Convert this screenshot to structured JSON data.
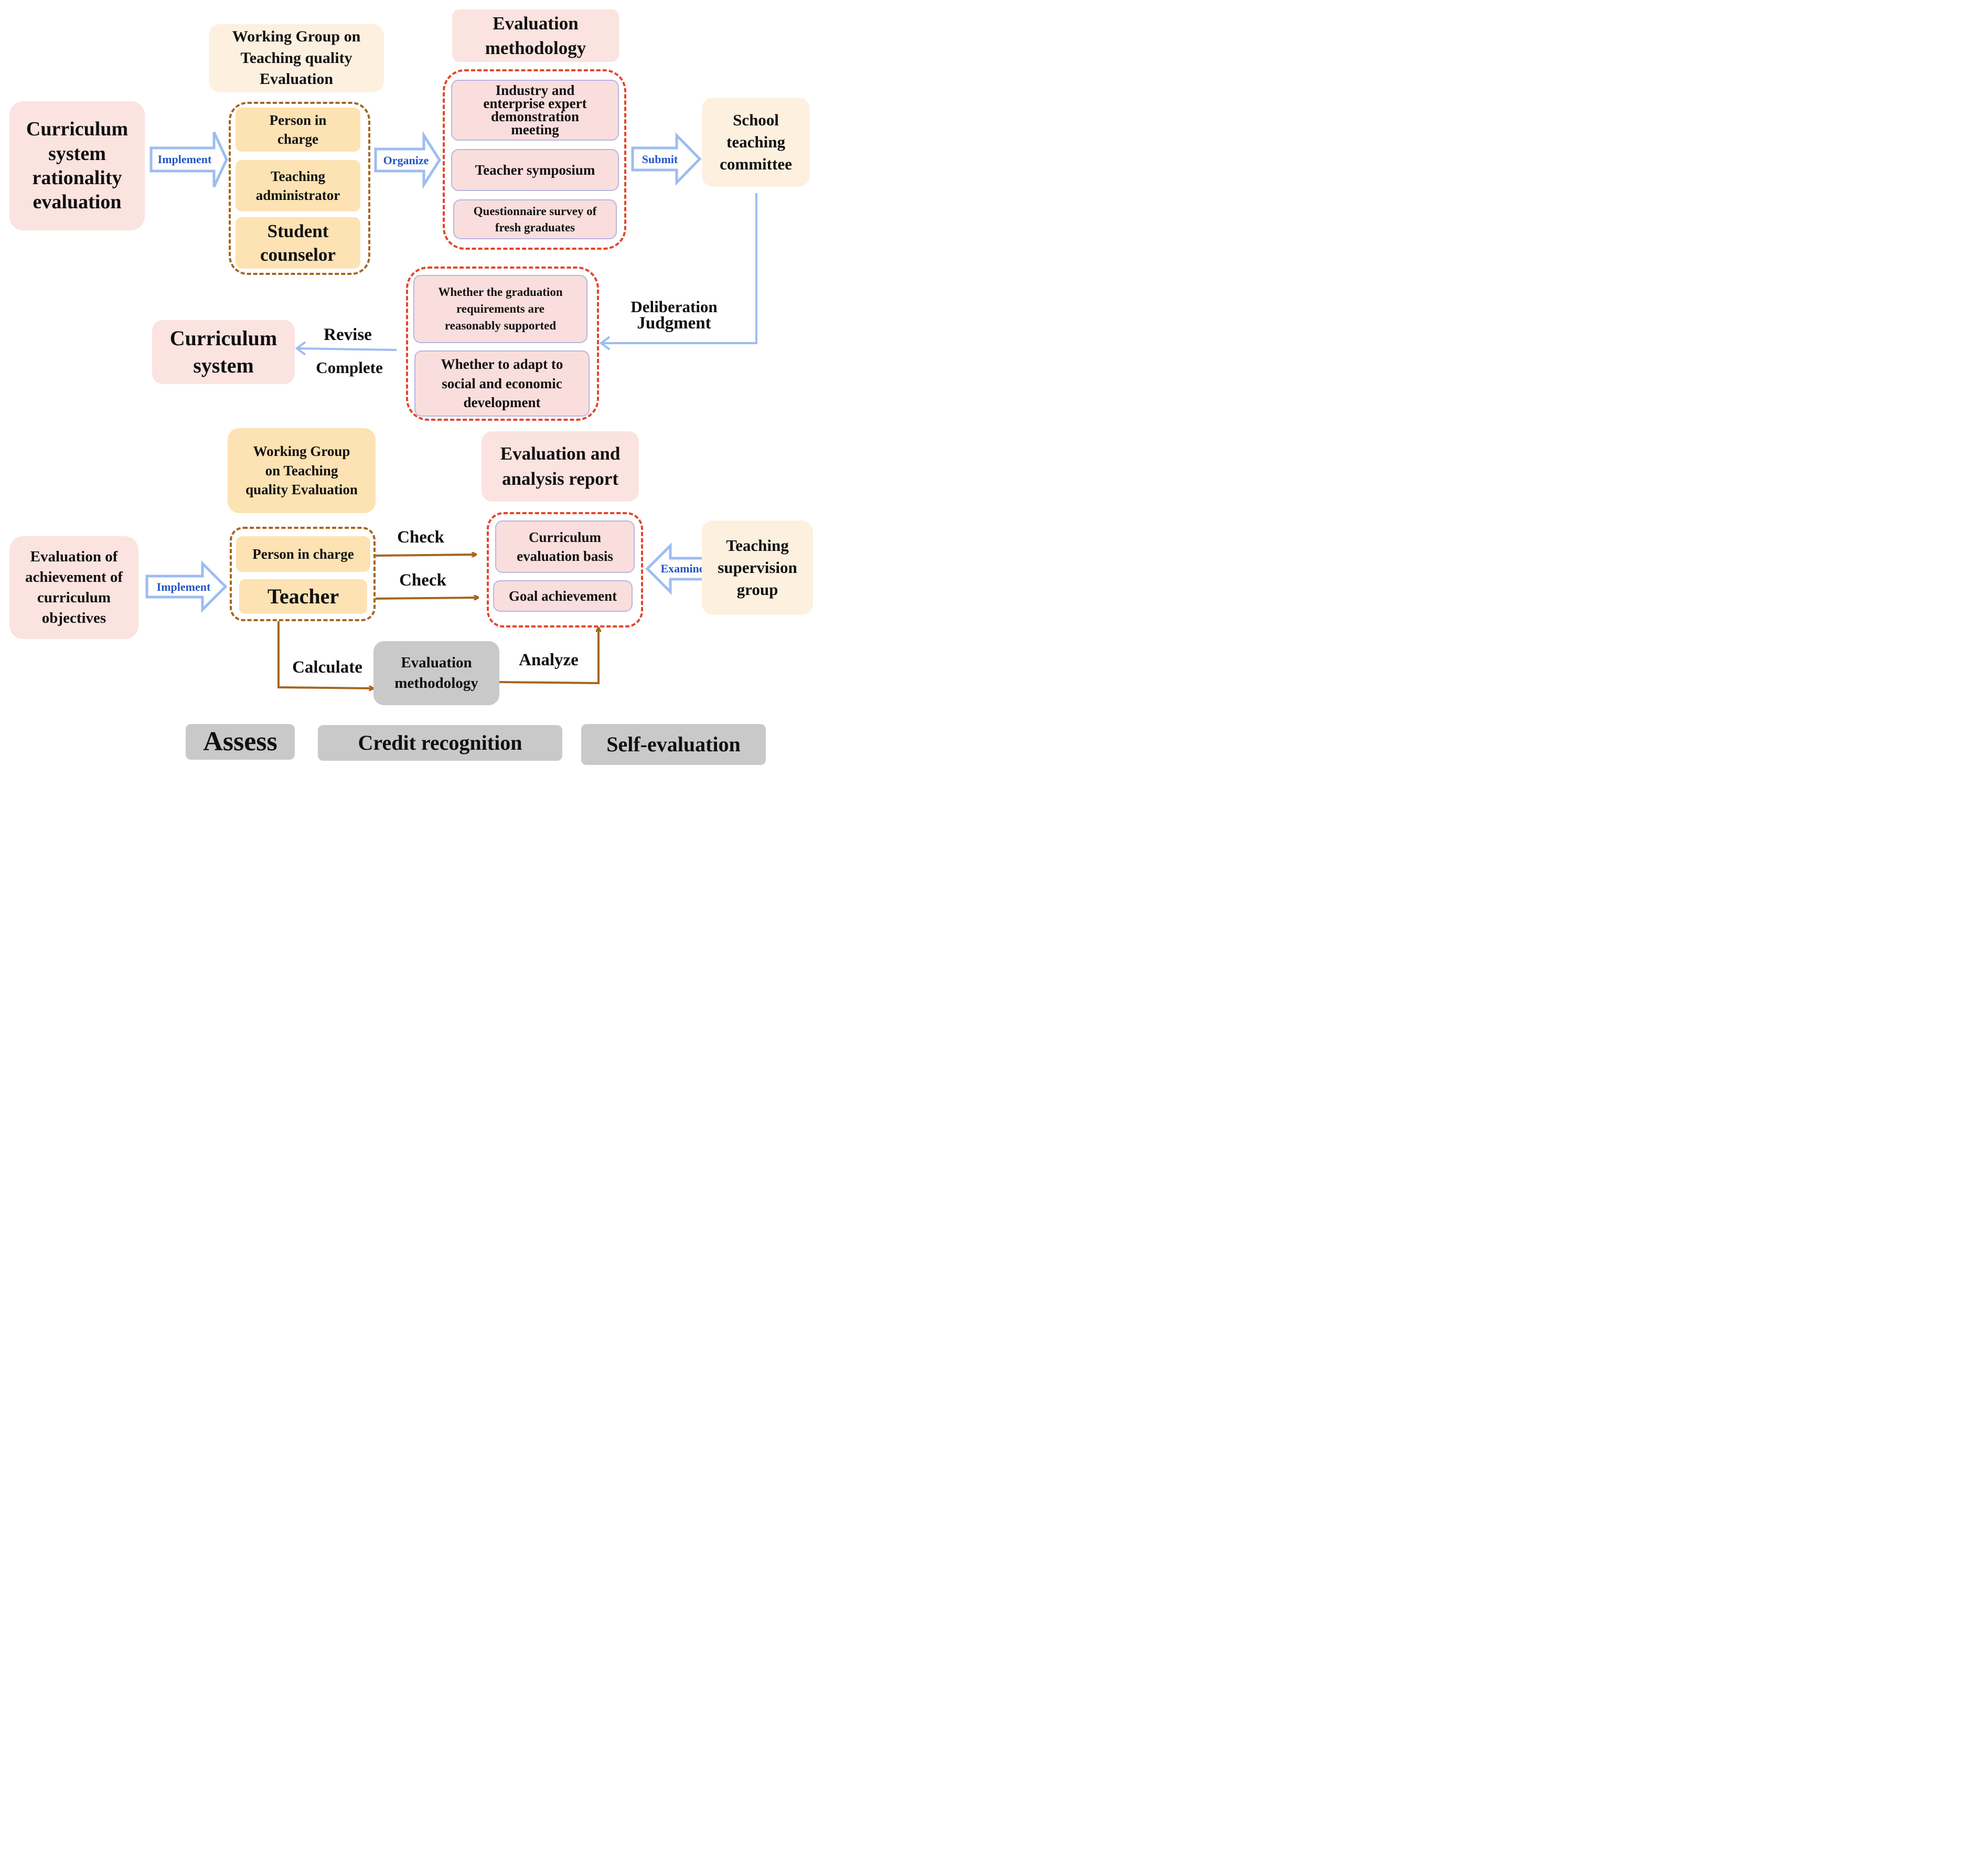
{
  "top": {
    "start": "Curriculum system rationality evaluation",
    "implement_label": "Implement",
    "group_title": "Working Group on Teaching quality Evaluation",
    "members": [
      "Person in charge",
      "Teaching administrator",
      "Student counselor"
    ],
    "organize_label": "Organize",
    "method_title": "Evaluation methodology",
    "methods": [
      "Industry and enterprise expert demonstration meeting",
      "Teacher symposium",
      "Questionnaire survey of fresh graduates"
    ],
    "submit_label": "Submit",
    "committee": "School teaching committee",
    "deliberation": "Deliberation",
    "judgment": "Judgment",
    "criteria": [
      "Whether the graduation requirements are reasonably supported",
      "Whether to adapt to social and economic development"
    ],
    "revise": "Revise",
    "complete": "Complete",
    "end": "Curriculum system"
  },
  "bottom": {
    "start": "Evaluation of achievement of curriculum objectives",
    "implement_label": "Implement",
    "group_title": "Working Group on Teaching quality Evaluation",
    "members": [
      "Person in charge",
      "Teacher"
    ],
    "check1": "Check",
    "check2": "Check",
    "report_title": "Evaluation and analysis report",
    "report_items": [
      "Curriculum evaluation basis",
      "Goal achievement"
    ],
    "examine_label": "Examine",
    "supervision": "Teaching supervision group",
    "calculate": "Calculate",
    "method": "Evaluation methodology",
    "analyze": "Analyze"
  },
  "footer": [
    "Assess",
    "Credit recognition",
    "Self-evaluation"
  ],
  "colors": {
    "pink_box": "#fbe3df",
    "cream_box": "#fdf0df",
    "gold_box": "#fde2b3",
    "gray_box": "#c9c9c9",
    "brown_line": "#a4661f",
    "red_dash": "#e5442a",
    "blue_arrow": "#9dbdf0",
    "blue_text": "#2255c4"
  }
}
